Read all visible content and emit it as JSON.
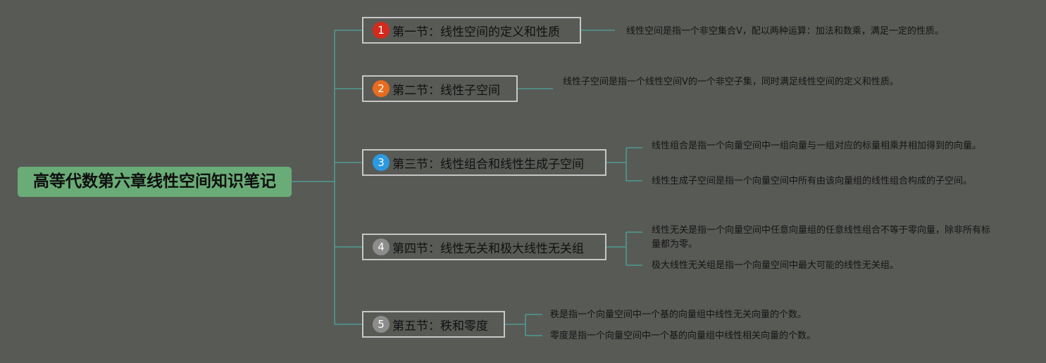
{
  "root": {
    "title": "高等代数第六章线性空间知识笔记"
  },
  "sections": [
    {
      "number": "1",
      "title": "第一节：线性空间的定义和性质",
      "badge_color": "#d42a1c",
      "notes": [
        "线性空间是指一个非空集合V，配以两种运算：加法和数乘，满足一定的性质。"
      ]
    },
    {
      "number": "2",
      "title": "第二节：线性子空间",
      "badge_color": "#e86c1e",
      "notes": [
        "线性子空间是指一个线性空间V的一个非空子集，同时满足线性空间的定义和性质。"
      ]
    },
    {
      "number": "3",
      "title": "第三节：线性组合和线性生成子空间",
      "badge_color": "#2b9ae0",
      "notes": [
        "线性组合是指一个向量空间中一组向量与一组对应的标量相乘并相加得到的向量。",
        "线性生成子空间是指一个向量空间中所有由该向量组的线性组合构成的子空间。"
      ]
    },
    {
      "number": "4",
      "title": "第四节：线性无关和极大线性无关组",
      "badge_color": "#8d8d8d",
      "notes": [
        "线性无关是指一个向量空间中任意向量组的任意线性组合不等于零向量，除非所有标量都为零。",
        "极大线性无关组是指一个向量空间中最大可能的线性无关组。"
      ]
    },
    {
      "number": "5",
      "title": "第五节：秩和零度",
      "badge_color": "#8d8d8d",
      "notes": [
        "秩是指一个向量空间中一个基的向量组中线性无关向量的个数。",
        "零度是指一个向量空间中一个基的向量组中线性相关向量的个数。"
      ]
    }
  ],
  "colors": {
    "connector": "#4f9a91",
    "root_fill": "#6aac77",
    "background": "#585a56"
  }
}
